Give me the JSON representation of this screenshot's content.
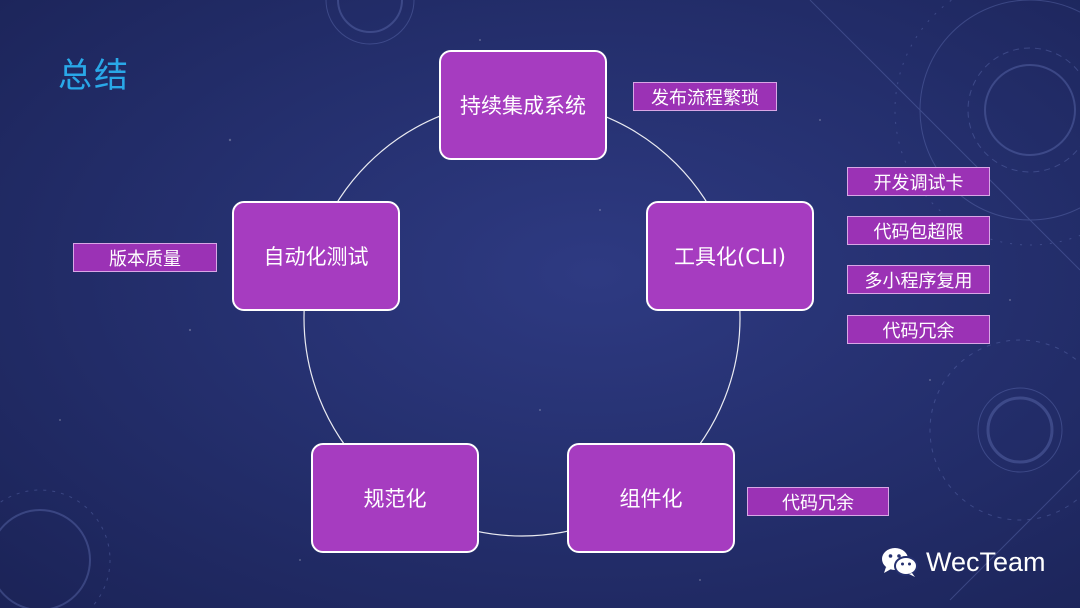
{
  "slide": {
    "title": "总结",
    "colors": {
      "background": "#25306f",
      "title": "#29a8e8",
      "node_fill": "#a63cc0",
      "tag_fill": "#9b32b5",
      "ring": "#ffffff"
    }
  },
  "diagram": {
    "type": "cycle",
    "nodes": [
      {
        "id": "ci",
        "label": "持续集成系统"
      },
      {
        "id": "cli",
        "label": "工具化(CLI)"
      },
      {
        "id": "component",
        "label": "组件化"
      },
      {
        "id": "standard",
        "label": "规范化"
      },
      {
        "id": "testing",
        "label": "自动化测试"
      }
    ],
    "tags": {
      "ci": [
        "发布流程繁琐"
      ],
      "cli": [
        "开发调试卡",
        "代码包超限",
        "多小程序复用",
        "代码冗余"
      ],
      "component": [
        "代码冗余"
      ],
      "testing": [
        "版本质量"
      ]
    }
  },
  "brand": {
    "icon": "wechat-icon",
    "name": "WecTeam"
  }
}
